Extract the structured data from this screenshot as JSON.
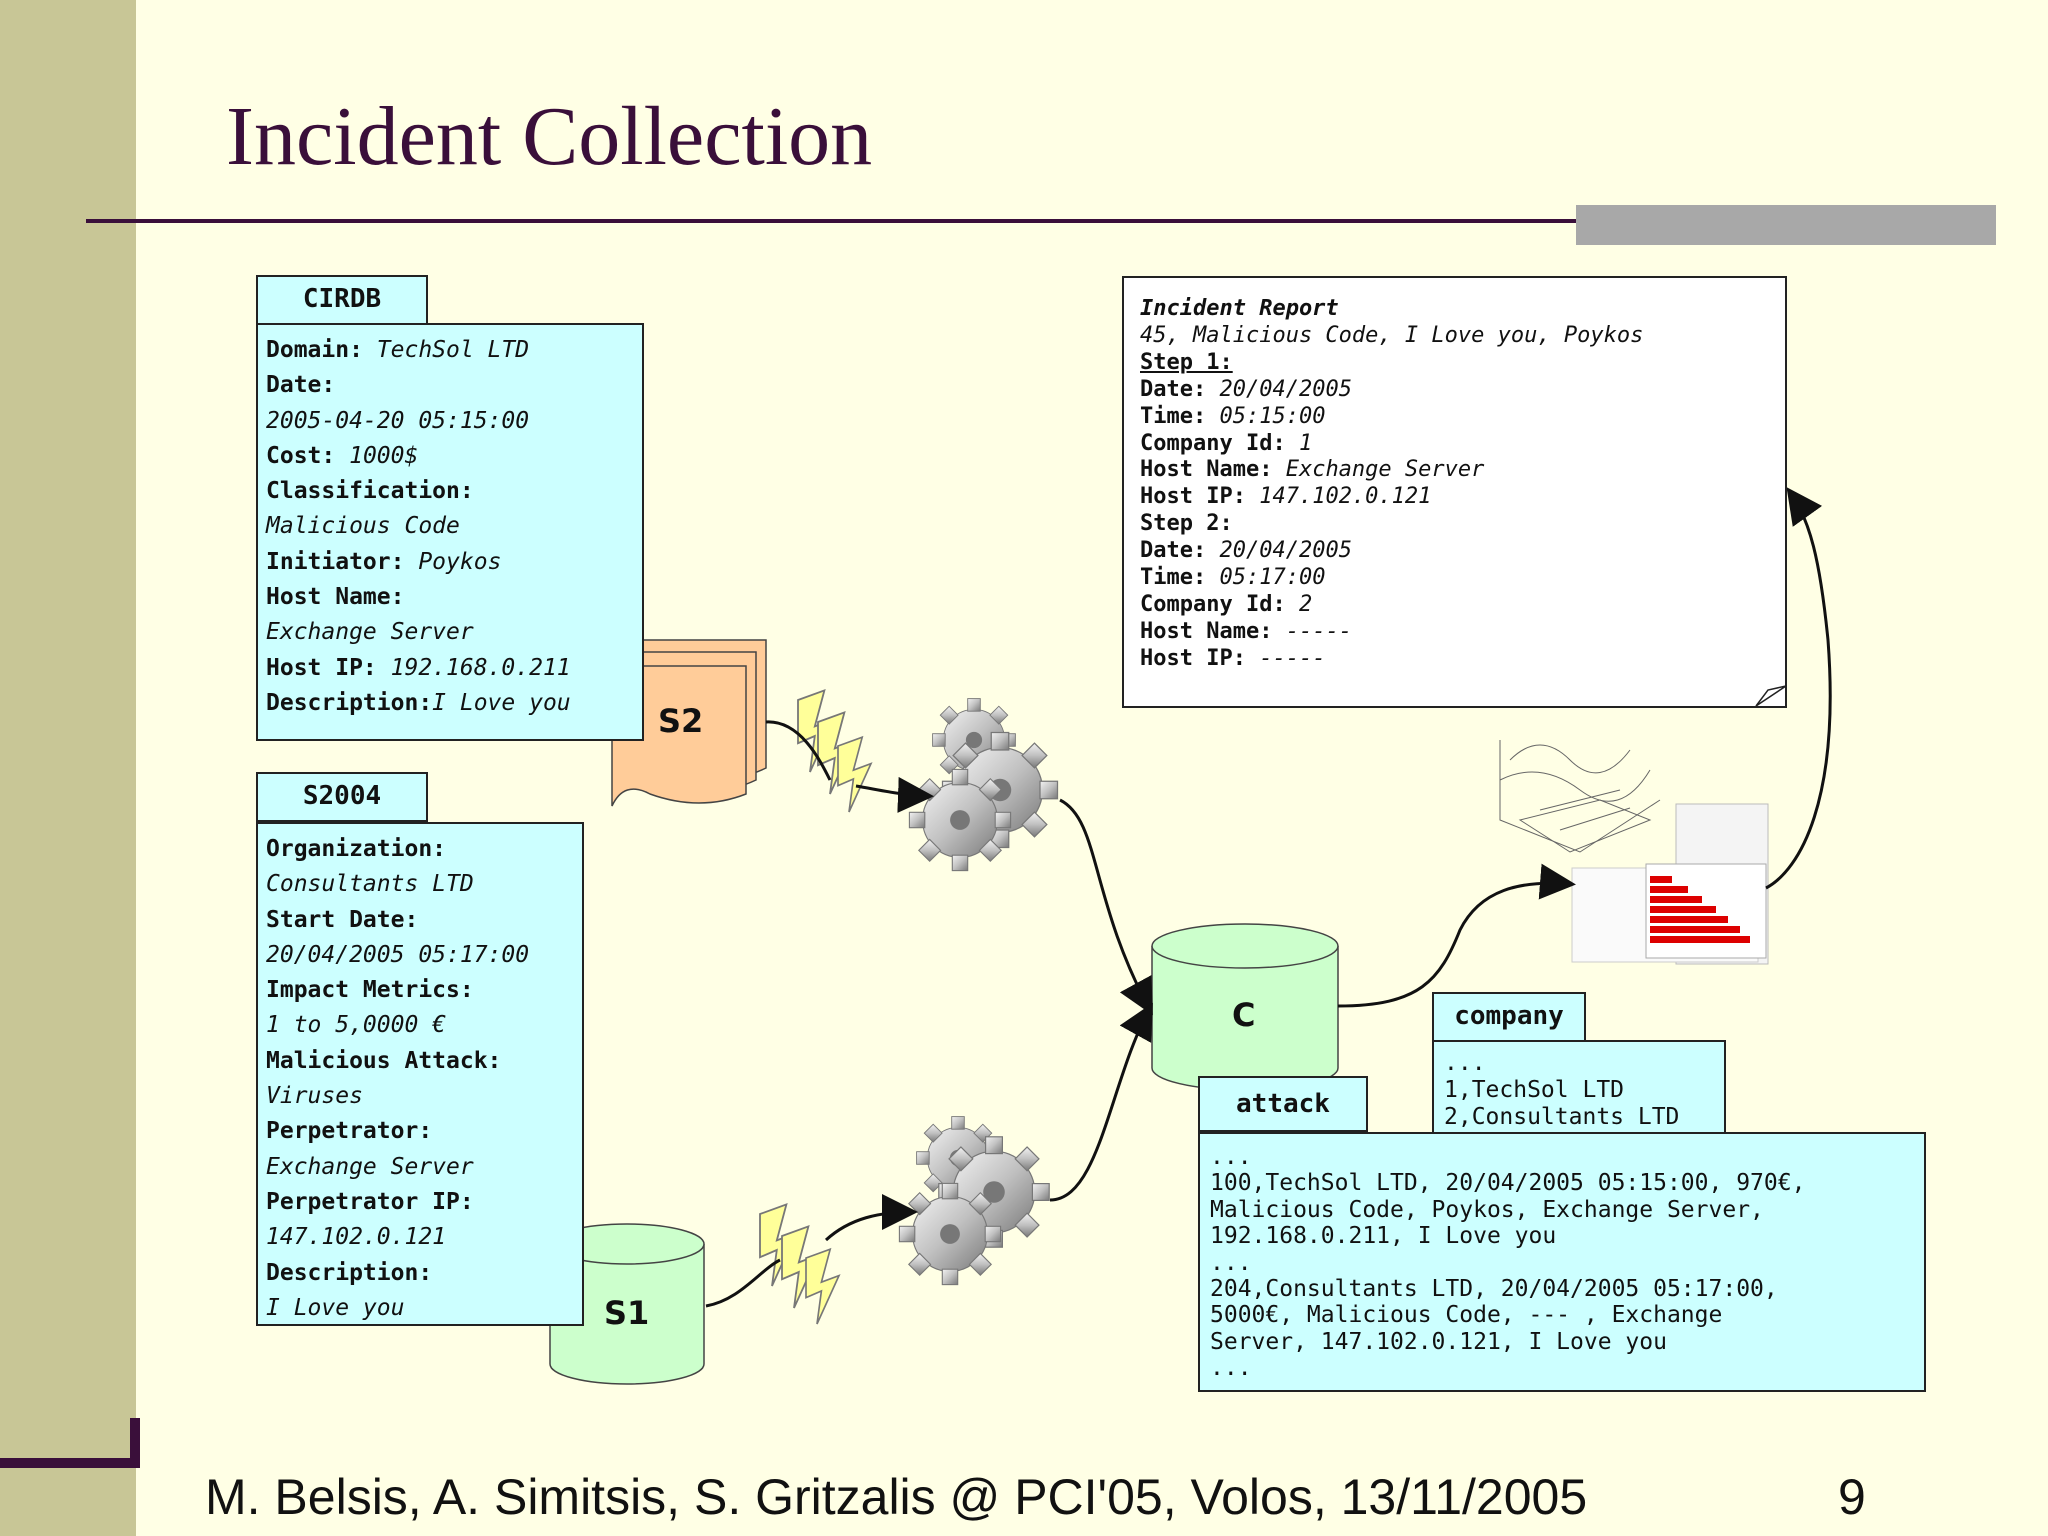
{
  "slide": {
    "title": "Incident Collection",
    "footer": "M. Belsis, A. Simitsis, S. Gritzalis @ PCI'05, Volos, 13/11/2005",
    "page_number": "9"
  },
  "colors": {
    "title": "#3a0f3a",
    "panel": "#ccffff",
    "left_bar": "#c8c696",
    "background": "#ffffe5"
  },
  "cirdb": {
    "tab": "CIRDB",
    "lines": [
      {
        "label": "Domain: ",
        "value": "TechSol LTD"
      },
      {
        "label": "Date:",
        "value": ""
      },
      {
        "label": "",
        "value": "2005-04-20 05:15:00"
      },
      {
        "label": "Cost: ",
        "value": "1000$"
      },
      {
        "label": "Classification:",
        "value": ""
      },
      {
        "label": "",
        "value": "Malicious Code"
      },
      {
        "label": "Initiator: ",
        "value": "Poykos"
      },
      {
        "label": "Host Name:",
        "value": ""
      },
      {
        "label": "",
        "value": "Exchange Server"
      },
      {
        "label": "Host IP: ",
        "value": "192.168.0.211"
      },
      {
        "label": "Description:",
        "value": "I Love you"
      }
    ]
  },
  "s2004": {
    "tab": "S2004",
    "lines": [
      {
        "label": "Organization:",
        "value": ""
      },
      {
        "label": "",
        "value": "Consultants LTD"
      },
      {
        "label": "Start Date:",
        "value": ""
      },
      {
        "label": "",
        "value": "20/04/2005 05:17:00"
      },
      {
        "label": "Impact Metrics:",
        "value": ""
      },
      {
        "label": "",
        "value": "1 to 5,0000 €"
      },
      {
        "label": "Malicious Attack:",
        "value": ""
      },
      {
        "label": "",
        "value": "Viruses"
      },
      {
        "label": "Perpetrator:",
        "value": ""
      },
      {
        "label": "",
        "value": "Exchange Server"
      },
      {
        "label": "Perpetrator IP:",
        "value": ""
      },
      {
        "label": "",
        "value": "147.102.0.121"
      },
      {
        "label": "Description:",
        "value": ""
      },
      {
        "label": "",
        "value": "I Love you"
      }
    ]
  },
  "report": {
    "heading": "Incident Report",
    "summary": "45, Malicious Code, I Love you, Poykos",
    "step1": {
      "title": "Step 1:",
      "lines": [
        {
          "label": "Date: ",
          "value": "20/04/2005"
        },
        {
          "label": "Time: ",
          "value": "05:15:00"
        },
        {
          "label": "Company Id: ",
          "value": "1"
        },
        {
          "label": "Host Name: ",
          "value": "Exchange Server"
        },
        {
          "label": "Host IP: ",
          "value": "147.102.0.121"
        }
      ]
    },
    "step2": {
      "title": "Step 2:",
      "lines": [
        {
          "label": "Date: ",
          "value": "20/04/2005"
        },
        {
          "label": "Time: ",
          "value": "05:17:00"
        },
        {
          "label": "Company Id: ",
          "value": "2"
        },
        {
          "label": "Host Name: ",
          "value": "-----"
        },
        {
          "label": "Host IP: ",
          "value": "-----"
        }
      ]
    }
  },
  "shapes": {
    "s2": "S2",
    "s1": "S1",
    "c": "C"
  },
  "company": {
    "tab": "company",
    "lines": [
      "...",
      "1,TechSol LTD",
      "2,Consultants LTD",
      "..."
    ]
  },
  "attack": {
    "tab": "attack",
    "lines": [
      "...",
      "100,TechSol LTD, 20/04/2005 05:15:00, 970€,",
      "Malicious Code, Poykos, Exchange Server,",
      "192.168.0.211, I Love you",
      "...",
      "204,Consultants LTD, 20/04/2005 05:17:00,",
      "5000€, Malicious Code, --- , Exchange",
      "Server, 147.102.0.121, I Love you",
      "..."
    ]
  },
  "icons": [
    "gears-icon",
    "lightning-icon",
    "charts-icon",
    "database-icon",
    "document-stack-icon"
  ]
}
